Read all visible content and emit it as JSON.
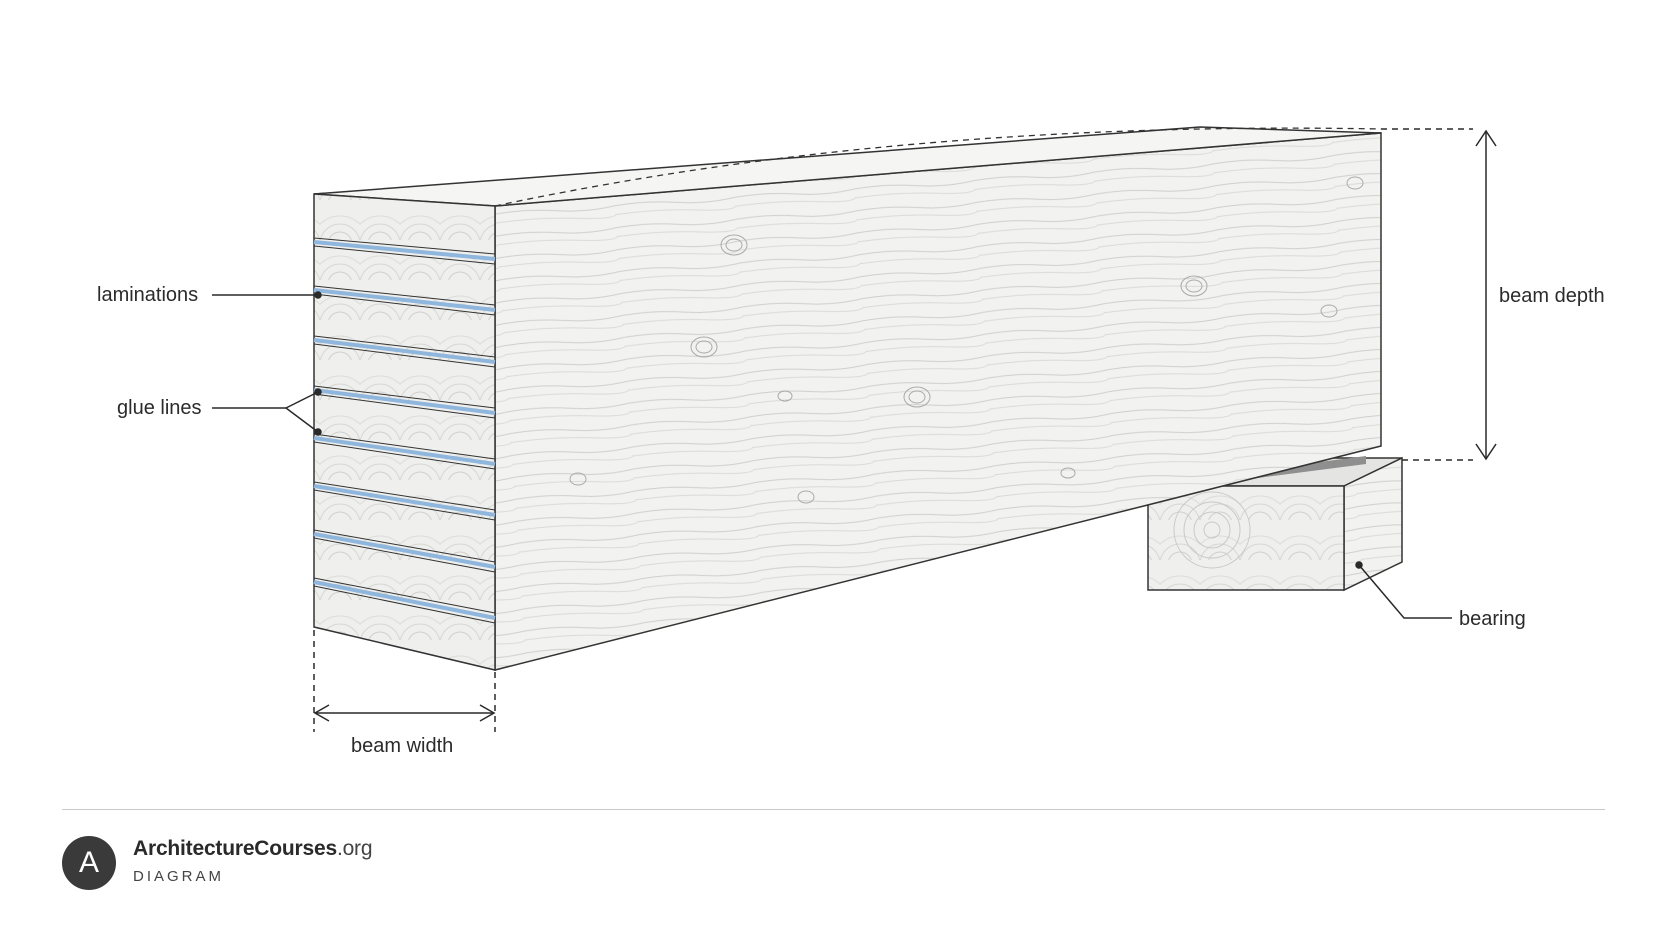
{
  "labels": {
    "laminations": "laminations",
    "glue_lines": "glue lines",
    "beam_depth": "beam depth",
    "beam_width": "beam width",
    "bearing": "bearing"
  },
  "footer": {
    "logo_letter": "A",
    "brand_name": "ArchitectureCourses",
    "brand_tld": ".org",
    "subtitle": "DIAGRAM"
  },
  "colors": {
    "glue_line": "#8fb6dc",
    "line": "#2a2a2a",
    "wood_face": "#f1f1ef",
    "wood_end": "#ebebea"
  },
  "laminations_count": 9
}
